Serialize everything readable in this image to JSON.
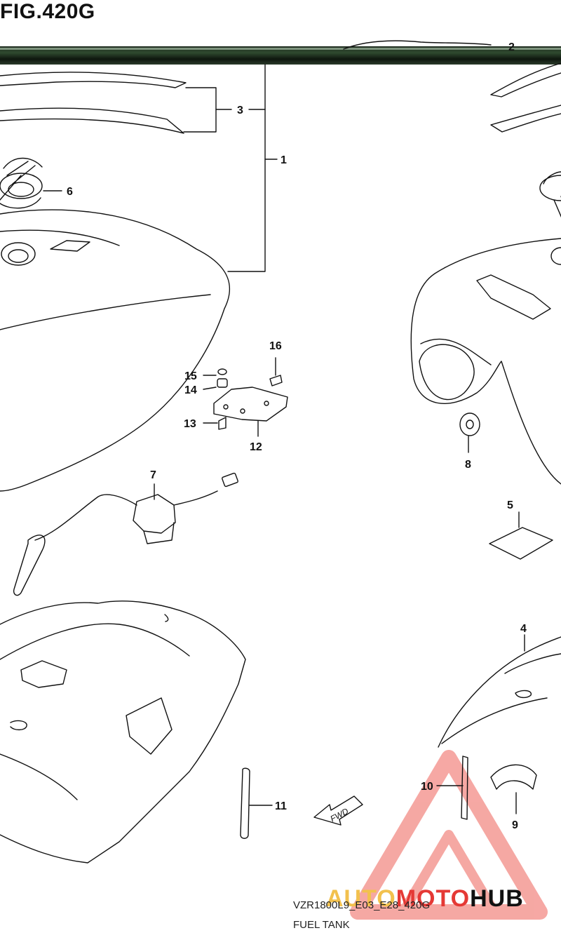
{
  "figure": {
    "title": "FIG.420G"
  },
  "callouts": {
    "c1": "1",
    "c2": "2",
    "c3": "3",
    "c4": "4",
    "c5": "5",
    "c6": "6",
    "c7": "7",
    "c8": "8",
    "c9": "9",
    "c10": "10",
    "c11": "11",
    "c12": "12",
    "c13": "13",
    "c14": "14",
    "c15": "15",
    "c16": "16"
  },
  "fwd_label": "FWD",
  "caption": {
    "code": "VZR1800L9_E03_E28_420G",
    "name": "FUEL TANK"
  },
  "watermark": {
    "part1": "AUTO",
    "part2": "MOTO",
    "part3": "HUB",
    "accent": "#e53935",
    "accent_light": "#f7b3b0",
    "gold": "#f2c14e",
    "dark": "#111111"
  },
  "colors": {
    "line": "#111111",
    "band": "#2f4a2f"
  }
}
